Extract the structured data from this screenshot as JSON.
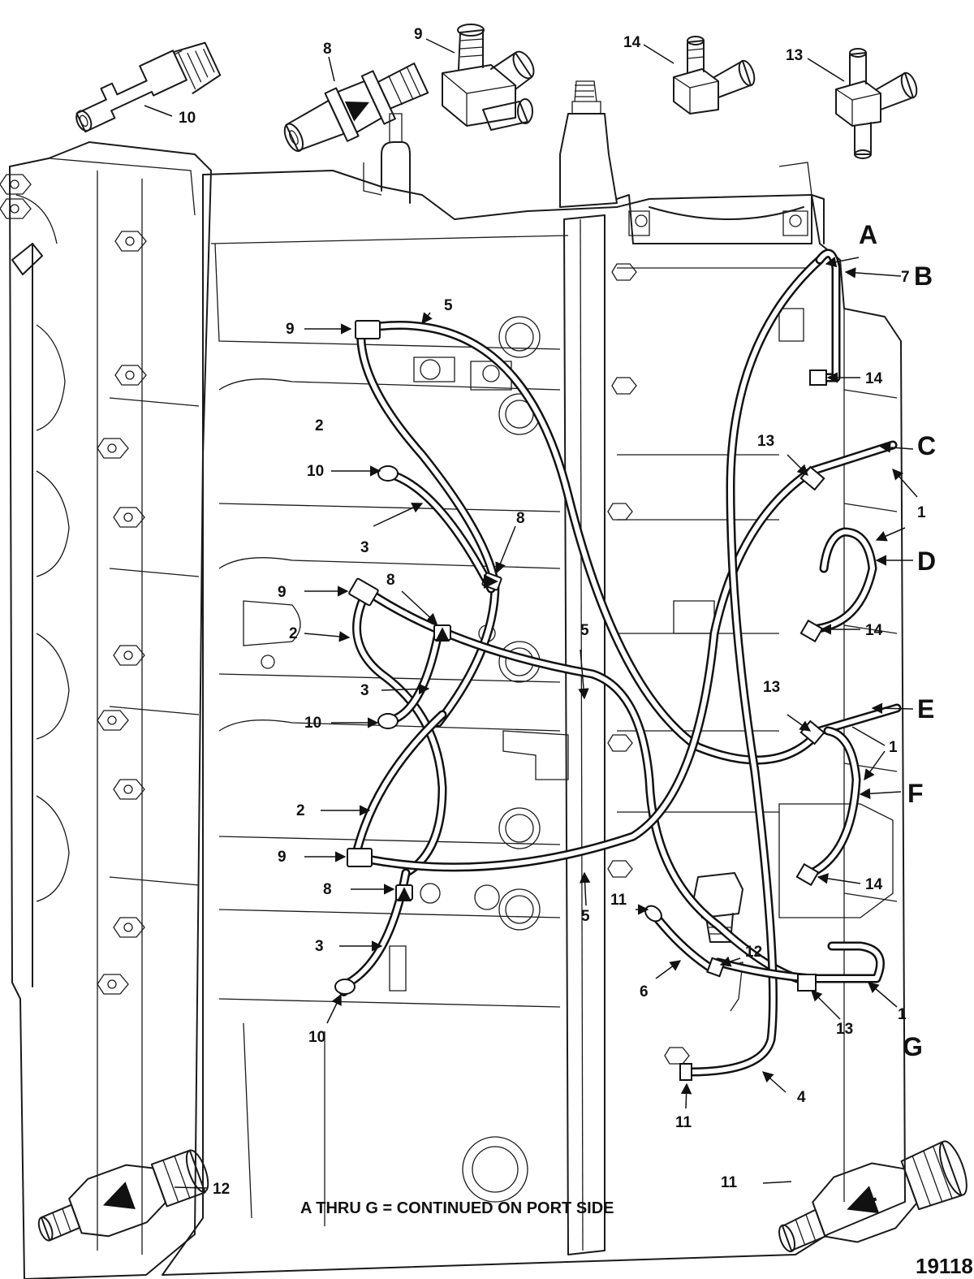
{
  "callouts": {
    "n1": "1",
    "n2": "2",
    "n3": "3",
    "n4": "4",
    "n5": "5",
    "n6": "6",
    "n7": "7",
    "n8": "8",
    "n9": "9",
    "n10": "10",
    "n11": "11",
    "n12": "12",
    "n13": "13",
    "n14": "14"
  },
  "letters": {
    "a": "A",
    "b": "B",
    "c": "C",
    "d": "D",
    "e": "E",
    "f": "F",
    "g": "G"
  },
  "caption": "A THRU G = CONTINUED ON PORT SIDE",
  "figure_number": "19118",
  "icons": [
    "male-quick-connector-icon",
    "check-valve-icon",
    "tee-fitting-icon",
    "elbow-fitting-icon",
    "tee-elbow-fitting-icon",
    "one-way-check-valve-icon",
    "engine-block-icon"
  ]
}
